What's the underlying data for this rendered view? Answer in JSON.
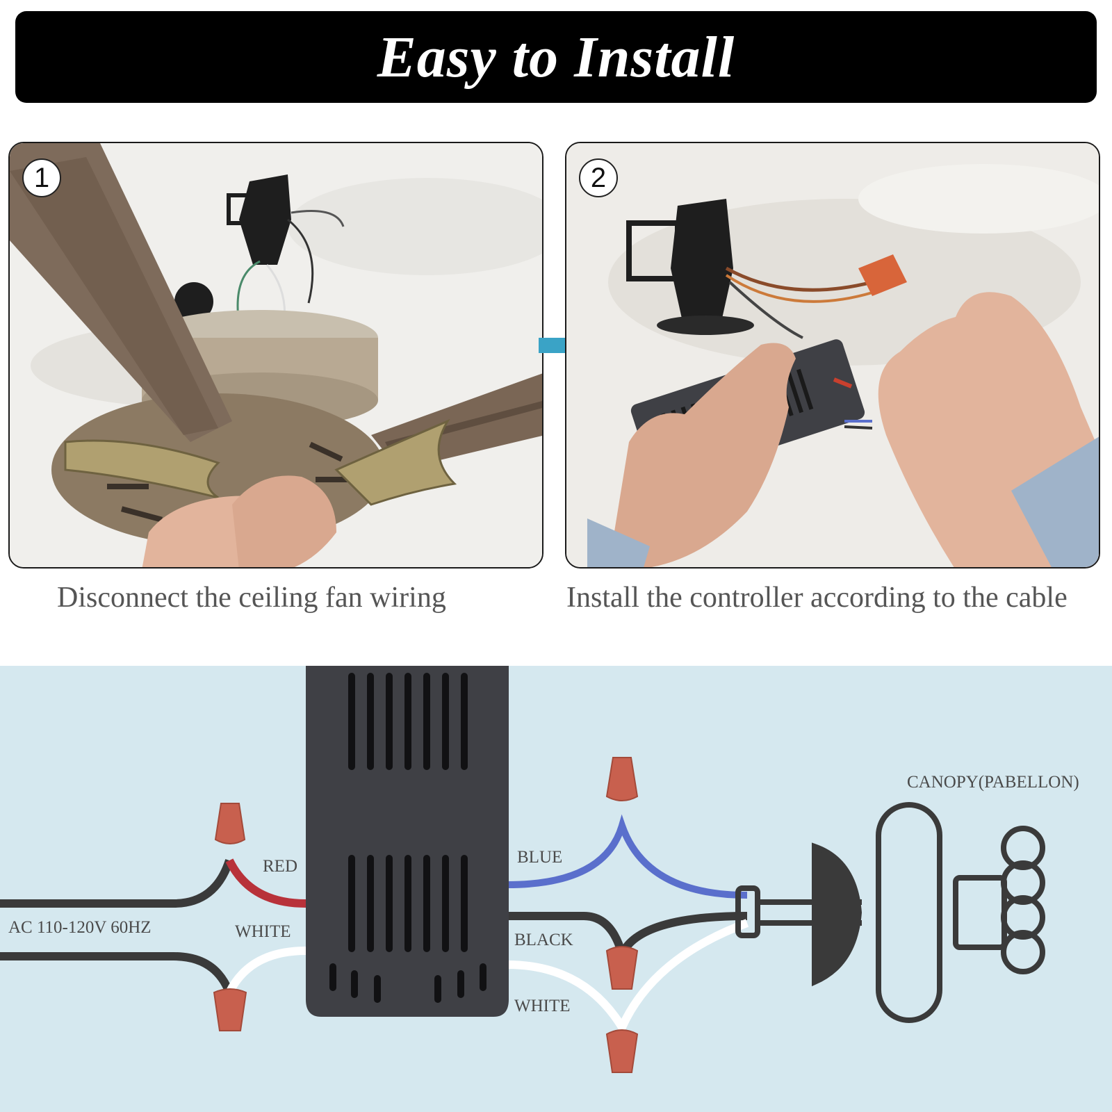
{
  "title": "Easy to Install",
  "steps": [
    {
      "number": "1",
      "caption": "Disconnect the ceiling fan wiring"
    },
    {
      "number": "2",
      "caption": "Install the controller according to the cable"
    }
  ],
  "diagram": {
    "labels": {
      "red": "RED",
      "white_left": "WHITE",
      "ac": "AC 110-120V 60HZ",
      "blue": "BLUE",
      "black": "BLACK",
      "white_right": "WHITE",
      "canopy": "CANOPY(PABELLON)"
    },
    "colors": {
      "wire_black": "#3a3a3a",
      "wire_red": "#b8323a",
      "wire_blue": "#5a6fcc",
      "wire_white": "#ffffff",
      "wire_nut": "#c8604e",
      "controller": "#3f4045",
      "background": "#d5e8ef",
      "arrow": "#3aa3c6"
    }
  }
}
